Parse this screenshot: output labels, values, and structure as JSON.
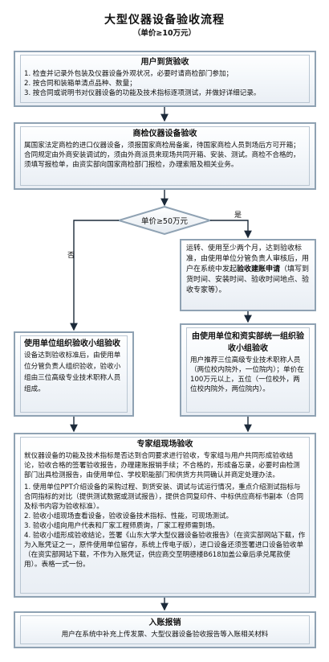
{
  "title": "大型仪器设备验收流程",
  "subtitle": "（单价≥10万元）",
  "boxes": {
    "arrival": {
      "header": "用户到货验收",
      "lines": [
        "1. 检查并记录外包装及仪器设备外观状况，必要时请商检部门参加；",
        "2. 按合同和装箱单清点品种、数量；",
        "3. 按合同或说明书对仪器设备的功能及技术指标逐项测试，并做好详细记录。"
      ]
    },
    "inspection": {
      "header": "商检仪器设备验收",
      "text": "属国家法定商检的进口仪器设备，须报国家商检局备案，待国家商检人员到场后方可开箱；合同规定由外商安装调试的，须由外商派员来现场共同开箱、安装、测试。商检不合格的，须填写报检单，由资实部向国家商检部门报检，办理索赔及相关业务。"
    },
    "decision": {
      "label": "单价≥50万元",
      "yes": "是",
      "no": "否"
    },
    "yes_step": {
      "part1": "运转、使用至少两个月，达到验收标准，由使用单位分管负责人审核后，用户在系统中发起",
      "bold": "验收建账申请",
      "part2": "（填写到货时间、安装时间、验收时间地点、验收专家等）。"
    },
    "unit_group": {
      "header": "使用单位组织验收小组验收",
      "text": "设备达到验收标准后，由使用单位分管负责人组织验收，验收小组由三位高级专业技术职称人员组成。"
    },
    "joint_group": {
      "header": "由使用单位和资实部统一组织验收小组验收",
      "text": "用户推荐三位高级专业技术职称人员（两位校内院外，一位院内）；单价在100万元以上，五位（一位校外，两位校内院外，两位院内）。"
    },
    "expert": {
      "header": "专家组现场验收",
      "intro": "就仪器设备的功能及技术指标是否达到合同要求进行验收，专家组与用户共同形成验收结论，验收合格的签署验收报告，办理建账报销手续；不合格的，形成备忘录，必要时由检测部门出具检测报告，由使用单位、学校职能部门和供货方共同确认并商定处理办法。",
      "items": [
        "1. 使用单位PPT介绍设备的采购过程、到货安装、调试与试运行情况，重点介绍测试指标与合同指标的对比（提供测试数据或测试报告），提供合同复印件、中标供应商标书副本（合同及标书内容为验收标准）。",
        "2. 验收小组现场查看设备，验收设备技术指标、性能，可现场测试。",
        "3. 验收小组向用户代表和厂家工程师质询，厂家工程师需到场。",
        "4. 验收小组形成验收结论，签署《山东大学大型仪器设备验收报告》（在资实部网站下载，作为入账凭证之一，原件使用单位留存，系统上传电子版），进口设备还须签署进口设备验收单（在资实部网站下载，不作为入账凭证，供应商交至明德楼B618加盖公章后承兑尾款使用）。表格一式一份。"
      ]
    },
    "reimburse": {
      "header": "入账报销",
      "text": "用户在系统中补充上传发票、大型仪器设备验收报告等入账相关材料"
    }
  },
  "colors": {
    "border": "#8fa2b3",
    "arrow": "#1c2a3a",
    "box_fill": "#eef2f6"
  }
}
